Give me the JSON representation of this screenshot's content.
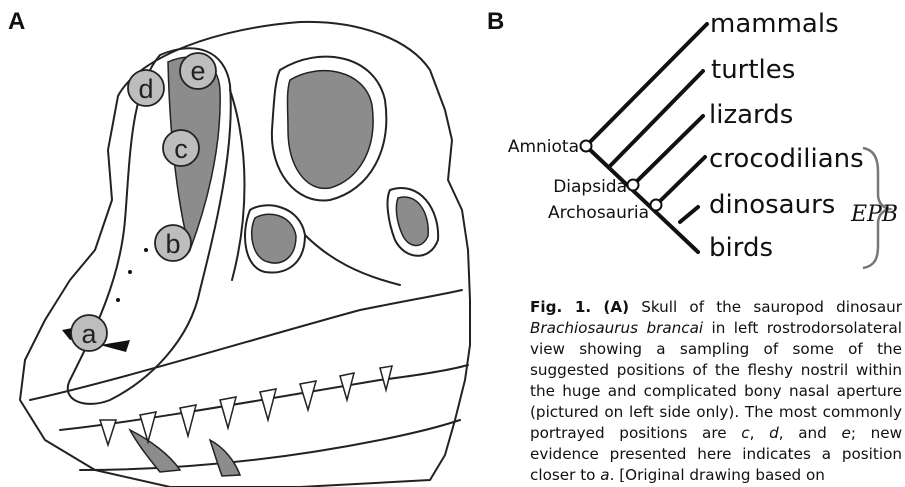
{
  "panels": {
    "a": "A",
    "b": "B"
  },
  "skull": {
    "positions": [
      "a",
      "b",
      "c",
      "d",
      "e"
    ]
  },
  "cladogram": {
    "taxa": [
      "mammals",
      "turtles",
      "lizards",
      "crocodilians",
      "dinosaurs",
      "birds"
    ],
    "nodes": [
      "Amniota",
      "Diapsida",
      "Archosauria"
    ],
    "bracket_label": "EPB"
  },
  "caption": {
    "fig_label": "Fig. 1.",
    "panel_a": "(A)",
    "part1": " Skull of the sauropod dinosaur ",
    "species": "Brachiosaurus brancai",
    "part2": " in left rostrodorsolateral view showing a sampling of some of the suggested positions of the fleshy nostril within the huge and complicated bony nasal aperture (pictured on left side only). The most commonly portrayed positions are ",
    "pos_c": "c",
    "comma1": ", ",
    "pos_d": "d",
    "and": ", and ",
    "pos_e": "e",
    "part3": "; new evidence presented here indicates a position closer to ",
    "pos_a": "a",
    "part4": ". [Original drawing based on"
  }
}
